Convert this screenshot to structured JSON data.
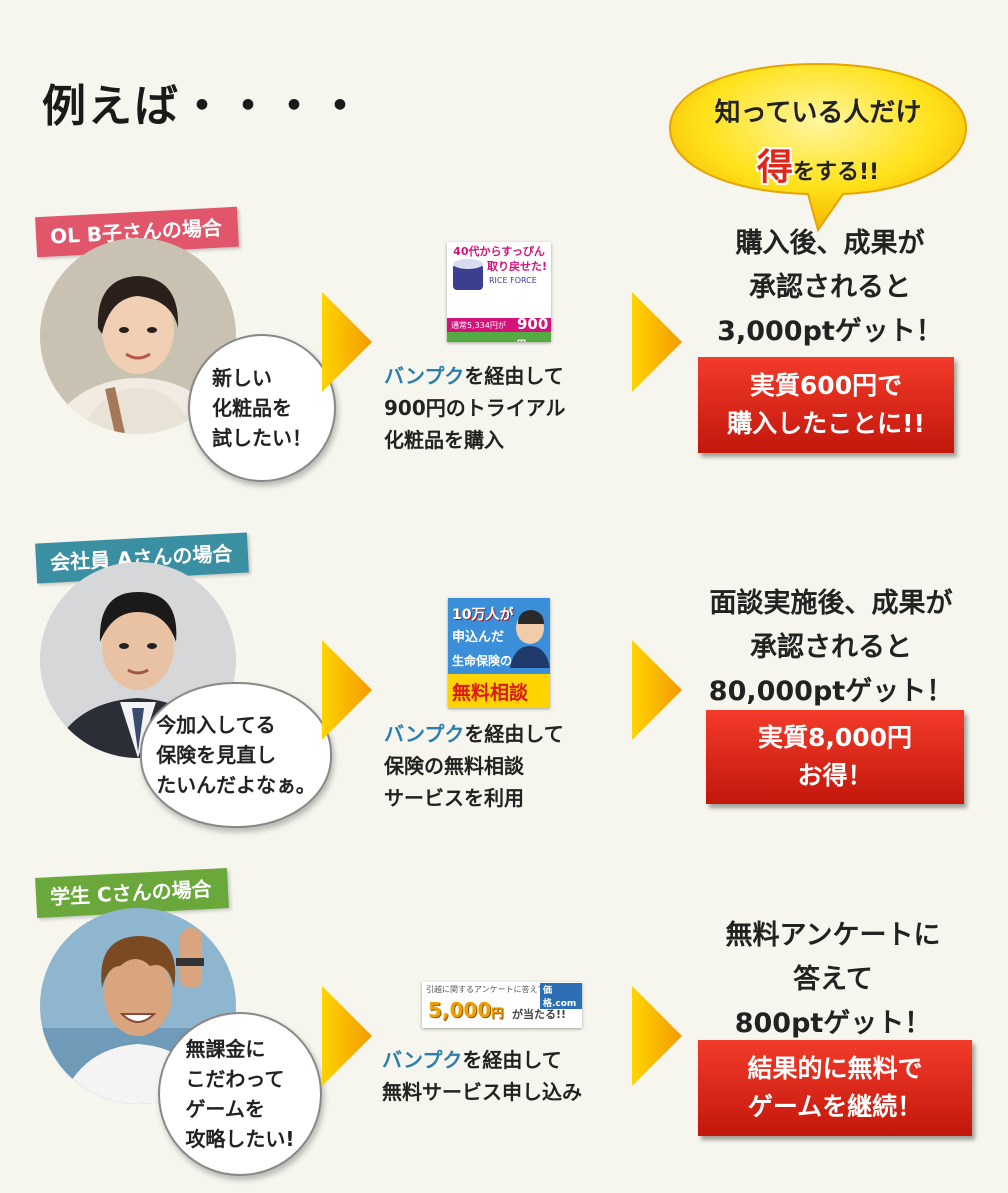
{
  "heading": "例えば・・・・",
  "callout": {
    "line1": "知っている人だけ",
    "big": "得",
    "line2_rest": "をする!!"
  },
  "cases": [
    {
      "tag": "OL B子さんの場合",
      "tag_color": "#e1566a",
      "speech": "新しい\n化粧品を\n試したい！",
      "product": {
        "l1": "40代からすっぴん",
        "l2": "取り戻せた!",
        "brand": "RICE FORCE",
        "l3": "通常5,334円が",
        "price": "900",
        "unit": "円"
      },
      "desc": {
        "brand": "バンプク",
        "l1_rest": "を経由して",
        "l2": "900円のトライアル",
        "l3": "化粧品を購入"
      },
      "result": "購入後、成果が\n承認されると\n3,000ptゲット！",
      "highlight": "実質600円で\n購入したことに!!"
    },
    {
      "tag": "会社員 Aさんの場合",
      "tag_color": "#3b8fa3",
      "speech": "今加入してる\n保険を見直し\nたいんだよなぁ。",
      "product": {
        "l1": "10万人が",
        "l2": "申込んだ",
        "l3": "生命保険の",
        "l4": "無料相談"
      },
      "desc": {
        "brand": "バンプク",
        "l1_rest": "を経由して",
        "l2": "保険の無料相談",
        "l3": "サービスを利用"
      },
      "result": "面談実施後、成果が\n承認されると\n80,000ptゲット！",
      "highlight": "実質8,000円\nお得！"
    },
    {
      "tag": "学生 Cさんの場合",
      "tag_color": "#6aa83c",
      "speech": "無課金に\nこだわって\nゲームを\n攻略したい!",
      "product": {
        "l1": "引越に関するアンケートに答えて",
        "site": "価格.com",
        "amount": "5,000",
        "unit": "円",
        "rest": "が当たる!!"
      },
      "desc": {
        "brand": "バンプク",
        "l1_rest": "を経由して",
        "l2": "無料サービス申し込み"
      },
      "result": "無料アンケートに\n答えて\n800ptゲット！",
      "highlight": "結果的に無料で\nゲームを継続！"
    }
  ]
}
